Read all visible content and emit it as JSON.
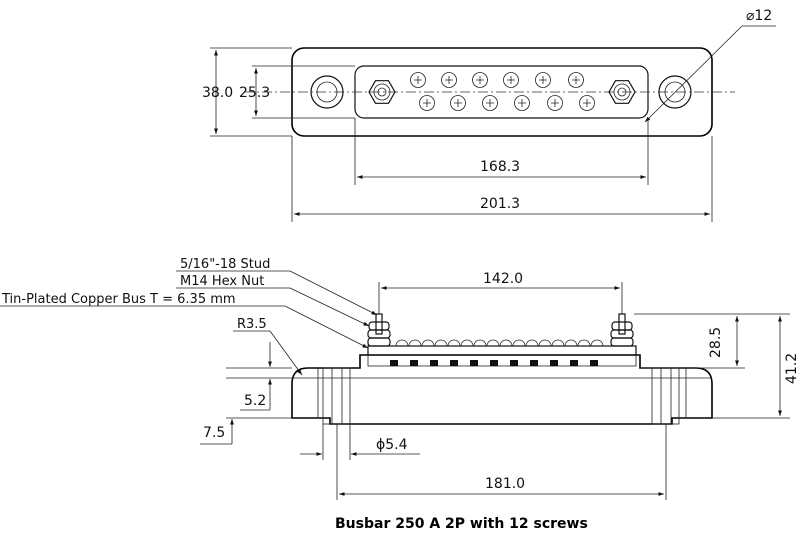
{
  "top_view": {
    "hole_diameter": "⌀12",
    "height_outer": "38.0",
    "height_inner": "25.3",
    "inner_length": "168.3",
    "overall_length": "201.3"
  },
  "side_view": {
    "callout_stud": "5/16\"-18 Stud",
    "callout_nut": "M14 Hex Nut",
    "callout_bus": "Tin-Plated Copper Bus T = 6.35 mm",
    "callout_radius": "R3.5",
    "stud_spacing": "142.0",
    "stud_height": "28.5",
    "overall_height": "41.2",
    "dim_5_2": "5.2",
    "dim_7_5": "7.5",
    "mount_hole": "ϕ5.4",
    "base_length": "181.0"
  },
  "caption": "Busbar 250 A 2P with 12 screws"
}
